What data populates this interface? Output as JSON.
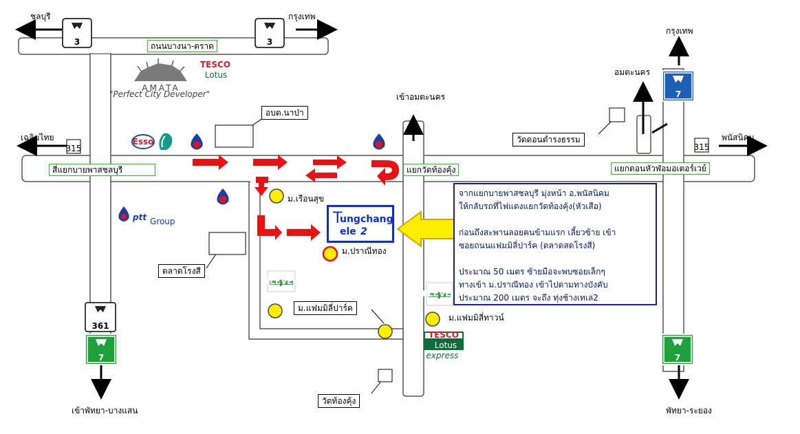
{
  "roads": {
    "top_road": "ถนนบางนา-ตราด",
    "main_junction": "สี่แยกบายพาสชลบุรี",
    "wat_junction": "แยกวัดท้องคุ้ง",
    "motorway_junction": "แยกดอนหัวฬ่อมอเตอร์เวย์"
  },
  "directions": {
    "chonburi": "ชลบุรี",
    "bangkok_1": "กรุงเทพ",
    "bangkok_2": "กรุงเทพ",
    "chaloem_thai": "เฉลิมไทย",
    "phanat_nikhom": "พนัสนิคม",
    "amata_nakorn": "อมตะนคร",
    "to_amata": "เข้าอมตะนคร",
    "to_pattaya_bangsaen": "เข้าพัทยา-บางแสน",
    "pattaya_rayong": "พัทยา-ระยอง"
  },
  "route_numbers": {
    "r3_left": "3",
    "r3_right": "3",
    "r7_top": "7",
    "r7_bottom_left": "7",
    "r7_bottom_right": "7",
    "r315_left": "315",
    "r315_right": "315",
    "r361": "361"
  },
  "landmarks": {
    "napa": "อบต.นาป่า",
    "wat_don": "วัดดอนดำรงธรรม",
    "market": "ตลาดโรงสี",
    "wat_thong_khung": "วัดท้องคุ้ง",
    "ruen_suk": "ม.เรือนสุข",
    "pranee_thong": "ม.ปราณีทอง",
    "family_park": "ม.แฟมมิลี่ปาร์ค",
    "family_town": "ม.แฟมมิลี่ทาวน์"
  },
  "brands": {
    "amata": "AMATA",
    "amata_tagline": "\"Perfect City Developer\"",
    "tesco_1": "TESCO",
    "lotus_1": "Lotus",
    "tesco_2": "TESCO",
    "lotus_2": "Lotus",
    "express": "express",
    "esso": "Esso",
    "ptt": "ptt",
    "ptt_group": "Group",
    "seven_1": "7",
    "seven_2": "7",
    "eleven_1": "ELEVEn",
    "eleven_2": "ELEVEn",
    "tc_1": "ungchang",
    "tc_2": "ele",
    "tc_3": "2"
  },
  "info": {
    "line1": "จากแยกบายพาสชลบุรี มุ่งหน้า อ.พนัสนิคม",
    "line2": "ให้กลับรถที่ไฟแดงแยกวัดท้องคุ้ง(หัวเสือ)",
    "line3": "ก่อนถึงสะพานลอยคนข้ามแรก เลี้ยวซ้าย เข้า",
    "line4": "ซอยถนนแฟมมิลี่ปาร์ค (ตลาดสดโรงสี)",
    "line5": "ประมาณ 50 เมตร ซ้ายมือจะพบซอยเล็กๆ",
    "line6": "ทางเข้า ม.ปราณีทอง เข้าไปตามทางบังคับ",
    "line7": "ประมาณ 200 เมตร จะถึง ทุ่งช้างเทเล2"
  },
  "colors": {
    "road_fill": "#ffffff",
    "road_stroke": "#555555",
    "route_arrow": "#e81212",
    "highway7_blue": "#1d5fb5",
    "highway7_green": "#1fa13a",
    "label_green_border": "#2db82d",
    "info_border": "#1a1a9a",
    "village_dot": "#ffee00",
    "target_arrow": "#ffee00"
  }
}
